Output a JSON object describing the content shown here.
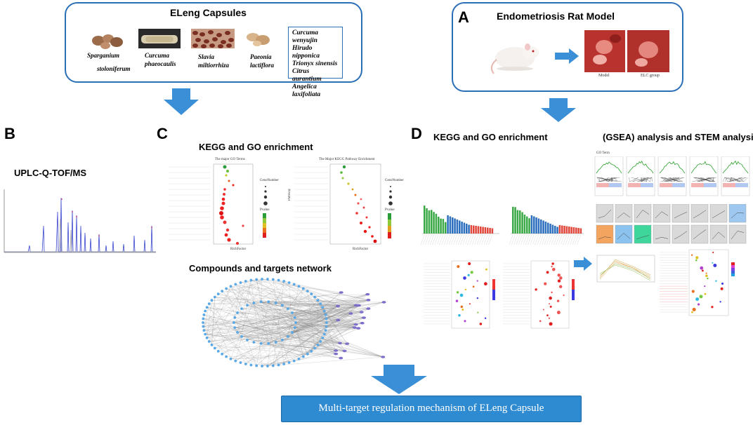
{
  "panels": {
    "eleng": {
      "title": "ELeng Capsules",
      "herbs": [
        {
          "name": "Sparganium",
          "name2": "stoloniferum"
        },
        {
          "name": "Curcuma",
          "name2": "phaeocaulis"
        },
        {
          "name": "Slavia",
          "name2": "miltiorrhiza"
        },
        {
          "name": "Paeonia",
          "name2": "lactiflora"
        }
      ],
      "extra_herbs": [
        "Curcuma",
        "wenyujin",
        "Hirudo nipponica",
        "Trionyx sinensis",
        "Citrus aurantium",
        "Angelica",
        "laxifoliata"
      ]
    },
    "A": {
      "letter": "A",
      "title": "Endometriosis Rat Model",
      "photo_labels": [
        "Model",
        "ELC group"
      ]
    },
    "B": {
      "letter": "B",
      "title": "UPLC-Q-TOF/MS"
    },
    "C": {
      "letter": "C",
      "title_top": "KEGG and GO enrichment",
      "title_bottom": "Compounds and targets network",
      "go_title": "The major GO Terms",
      "kegg_title": "The Major KEGG Pathway Enrichment",
      "xlabel": "RichFactor",
      "ylabel": "Pathway",
      "legend_count": "GeneNumber",
      "legend_p": "Pvalue"
    },
    "D": {
      "letter": "D",
      "title_left": "KEGG and GO enrichment",
      "title_right": "(GSEA) analysis and STEM analysis",
      "gsea_label": "GO Term"
    }
  },
  "result": "Multi-target regulation mechanism of ELeng Capsule",
  "colors": {
    "accent": "#2b6fb6",
    "arrow": "#3b8fd6",
    "result_bg": "#2e8bd1",
    "node": "#5aa9e6",
    "node2": "#7b6fc9"
  }
}
